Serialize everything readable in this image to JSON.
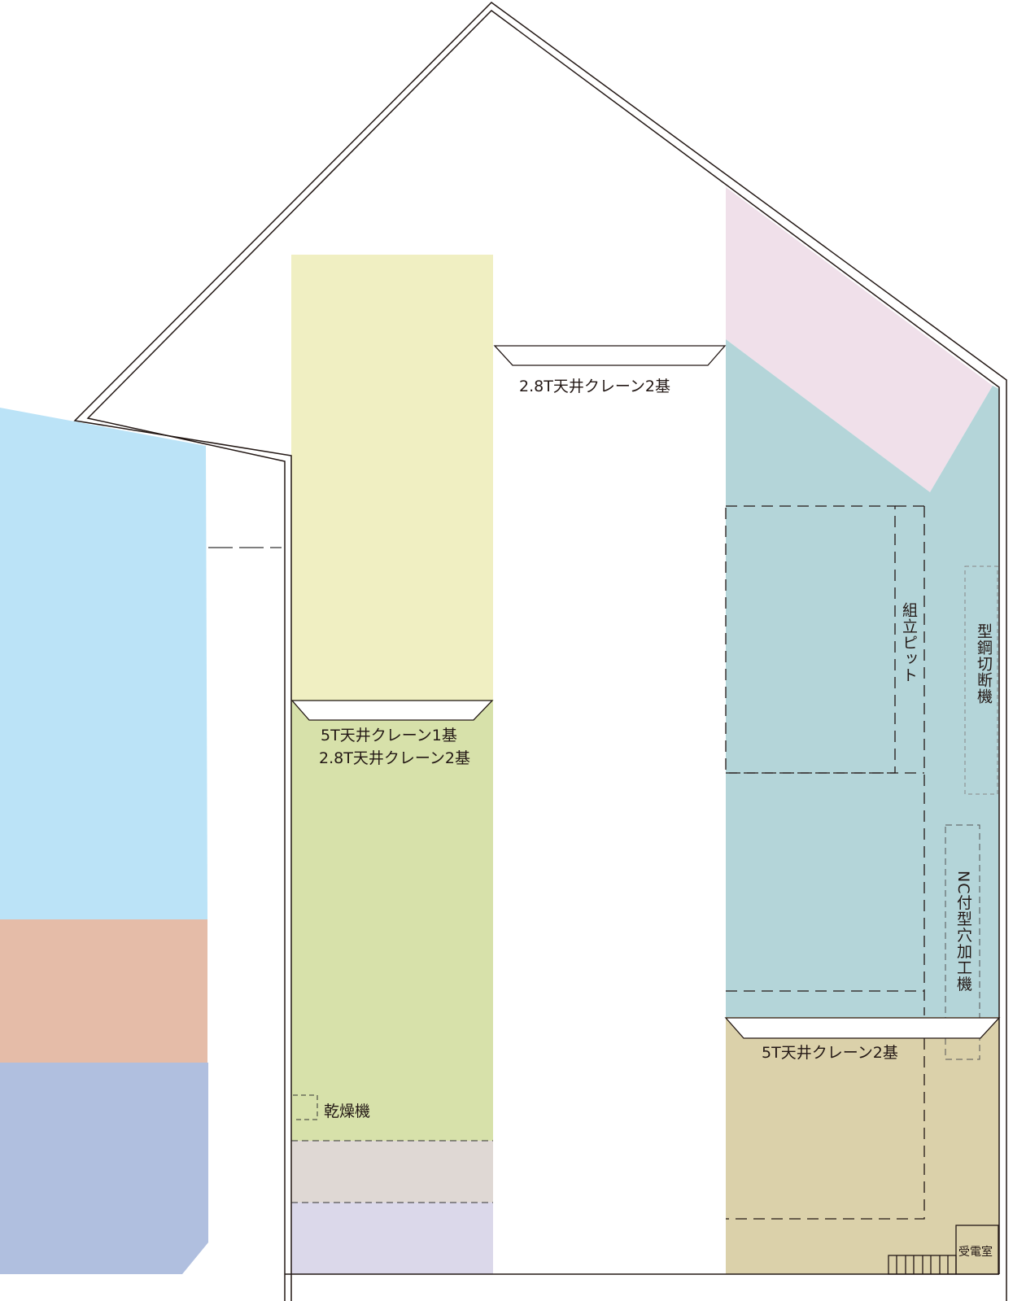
{
  "colors": {
    "office_blue": "#bbe3f7",
    "salmon": "#e5bca8",
    "periwinkle": "#b0bfdf",
    "yellow": "#f0efc2",
    "green": "#d7e1aa",
    "grey": "#dfd8d4",
    "lavender": "#dbd8ea",
    "pink": "#f0e0ea",
    "teal": "#b4d5d9",
    "tan": "#dbd1aa"
  },
  "labels": {
    "crane_center": "2.8T天井クレーン2基",
    "crane_left_1": "5T天井クレーン1基",
    "crane_left_2": "2.8T天井クレーン2基",
    "dryer": "乾燥機",
    "assembly_pit": "組立ピット",
    "steel_cutter": "型鋼切断機",
    "nc_drill": "NC付型穴加工機",
    "crane_right": "5T天井クレーン2基",
    "substation": "受電室"
  }
}
